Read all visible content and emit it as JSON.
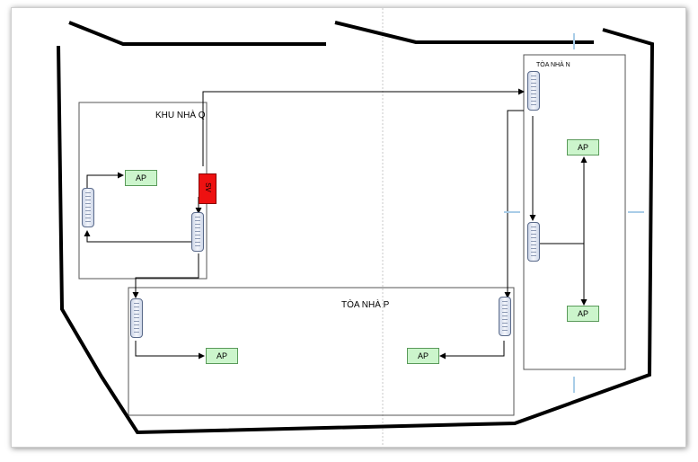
{
  "zones": {
    "khu_nha_q": "KHU NHÀ Q",
    "toa_nha_p": "TÒA NHÀ P",
    "toa_nha_n": "TÒA NHÀ N"
  },
  "server": {
    "label": "SV",
    "color": "#ee1111"
  },
  "access_points": {
    "q": "AP",
    "p_left": "AP",
    "p_right": "AP",
    "n_top": "AP",
    "n_bottom": "AP"
  },
  "colors": {
    "ap_fill": "#ccf5cc",
    "ap_border": "#5a9a5a",
    "switch": "#cdd6e8"
  }
}
